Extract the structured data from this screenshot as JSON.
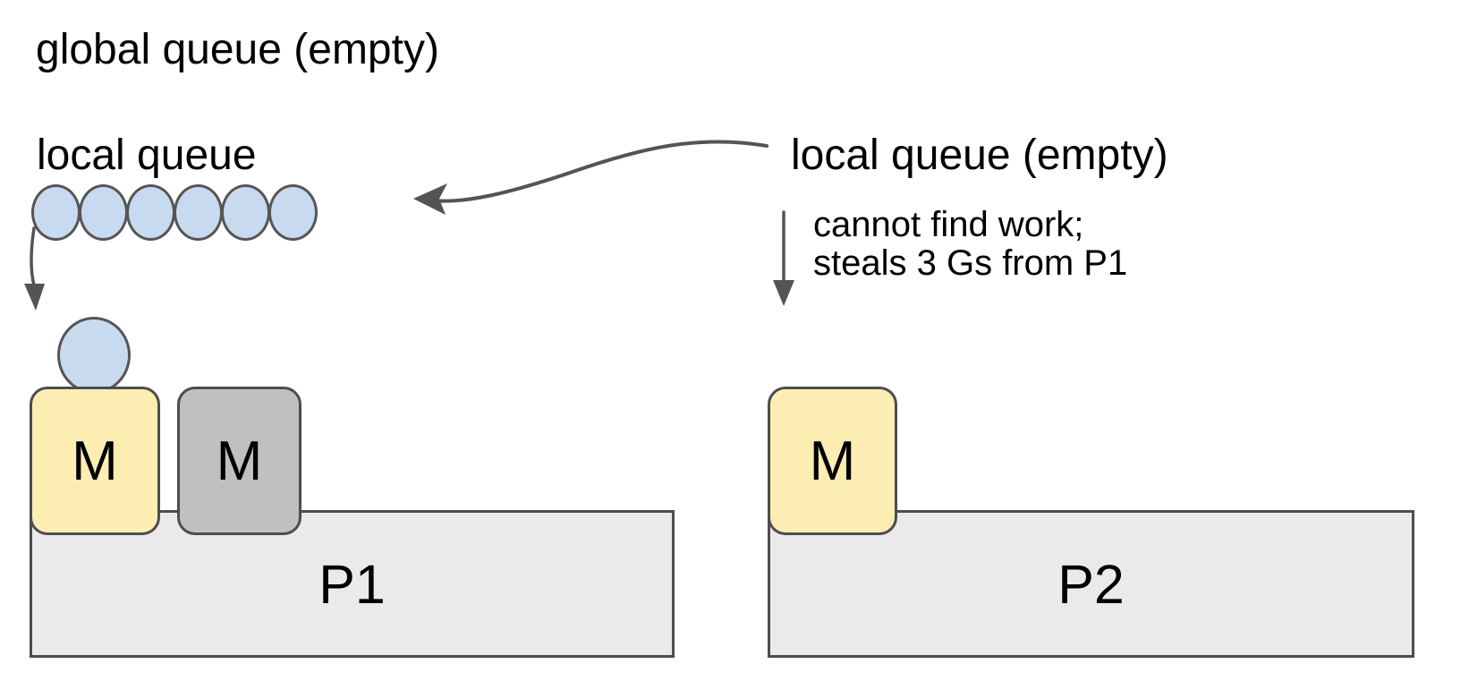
{
  "diagram_title": "Go scheduler work-stealing diagram",
  "labels": {
    "global_queue": "global queue (empty)",
    "local_queue_p1": "local queue",
    "local_queue_p2": "local queue (empty)",
    "annotation_line1": "cannot find work;",
    "annotation_line2": "steals 3 Gs from P1"
  },
  "processors": [
    {
      "label": "P1",
      "machines": [
        {
          "label": "M",
          "color": "yellow",
          "has_goroutine_on_top": true
        },
        {
          "label": "M",
          "color": "gray",
          "has_goroutine_on_top": false
        }
      ],
      "local_queue_goroutine_count": 6
    },
    {
      "label": "P2",
      "machines": [
        {
          "label": "M",
          "color": "yellow",
          "has_goroutine_on_top": false
        }
      ],
      "local_queue_goroutine_count": 0
    }
  ],
  "colors": {
    "goroutine_blue": "#c8daf0",
    "machine_yellow": "#fcedb2",
    "machine_gray": "#c0c0c0",
    "processor_gray": "#eaeaea",
    "stroke": "#4d4d4d",
    "arrow": "#545454",
    "text": "#000000",
    "background": "#ffffff"
  }
}
